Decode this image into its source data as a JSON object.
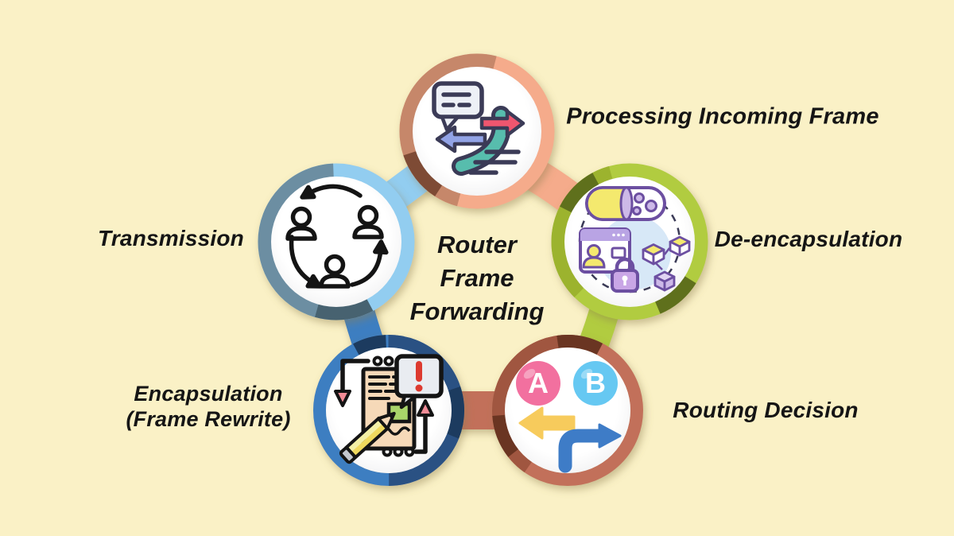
{
  "canvas": {
    "background_color": "#FAF1C6",
    "text_color": "#151515"
  },
  "title": {
    "line1": "Router",
    "line2": "Frame",
    "line3": "Forwarding"
  },
  "nodes": {
    "processing": {
      "label": "Processing Incoming Frame",
      "ring_color": "#F5AB8B",
      "ring_shade": "#C6876A",
      "ring_dark": "#7E4C34",
      "icon": "phone-message-forward-icon"
    },
    "deencapsulation": {
      "label": "De-encapsulation",
      "ring_color": "#B1CC41",
      "ring_shade": "#9CB32F",
      "ring_dark": "#5F6F1D",
      "icon": "capsule-unpack-icon"
    },
    "routing": {
      "label": "Routing Decision",
      "ring_color": "#C2705A",
      "ring_shade": "#A0563F",
      "ring_dark": "#6B3524",
      "icon": "ab-direction-icon",
      "option_a": "A",
      "option_b": "B"
    },
    "encapsulation": {
      "label_line1": "Encapsulation",
      "label_line2": "(Frame Rewrite)",
      "ring_color": "#3D7EC1",
      "ring_shade": "#2B5183",
      "ring_dark": "#1C3A5E",
      "icon": "frame-rewrite-icon"
    },
    "transmission": {
      "label": "Transmission",
      "ring_color": "#92CDF0",
      "ring_shade": "#6C8EA2",
      "ring_dark": "#47626F",
      "icon": "people-cycle-icon"
    }
  }
}
